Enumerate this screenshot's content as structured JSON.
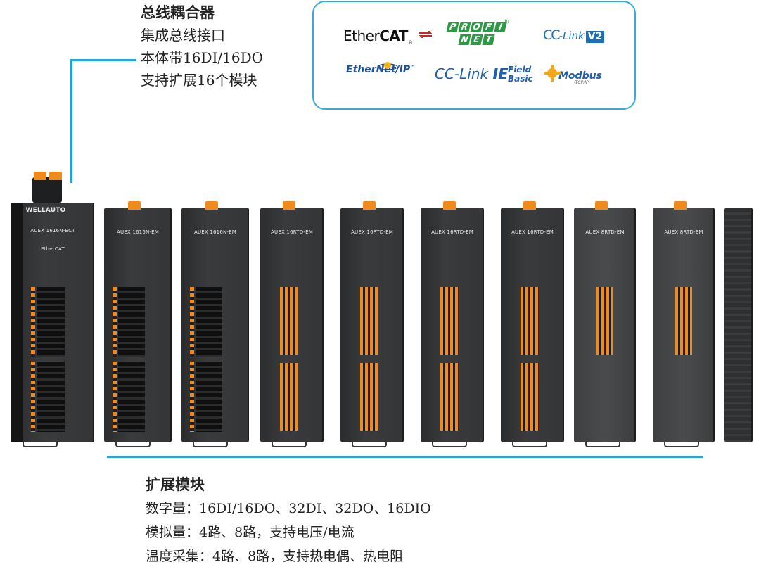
{
  "coupler": {
    "heading": "总线耦合器",
    "lines": [
      "集成总线接口",
      "本体带16DI/16DO",
      "支持扩展16个模块"
    ]
  },
  "protocol_logos": {
    "ethercat": {
      "prefix": "Ether",
      "bold": "CAT",
      "mark": "®"
    },
    "profinet": {
      "row1": [
        "P",
        "R",
        "O",
        "F",
        "I"
      ],
      "row2": [
        "N",
        "E",
        "T"
      ],
      "reg": "®"
    },
    "cclink_v2": {
      "cc": "CC",
      "link": "-Link",
      "badge": "V2"
    },
    "ethernet_ip": {
      "text": "EtherNet/IP",
      "mark": "™"
    },
    "cclink_ie_field_basic": {
      "main": "CC-Link ",
      "ie": "IE",
      "field": "Field",
      "basic": "Basic"
    },
    "modbus": {
      "word": "Modbus",
      "sub": "-TCP/IP"
    }
  },
  "hardware": {
    "coupler_brand": "WELLAUTO",
    "coupler_model": "AUEX 1616N-ECT",
    "coupler_bus": "EtherCAT",
    "module_labels": [
      "AUEX 1616N-EM",
      "AUEX 1616N-EM",
      "AUEX 16RTD-EM",
      "AUEX 16RTD-EM",
      "AUEX 16RTD-EM",
      "AUEX 16RTD-EM",
      "AUEX 8RTD-EM",
      "AUEX 8RTD-EM"
    ]
  },
  "expansion": {
    "heading": "扩展模块",
    "lines": [
      "数字量：16DI/16DO、32DI、32DO、16DIO",
      "模拟量：4路、8路，支持电压/电流",
      "温度采集：4路、8路，支持热电偶、热电阻"
    ]
  },
  "colors": {
    "accent_line": "#1fa3dc",
    "terminal_orange": "#f08a1c",
    "module_body": "#333436",
    "profinet_green": "#2f9a46",
    "cclink_blue": "#1e6fb8"
  }
}
